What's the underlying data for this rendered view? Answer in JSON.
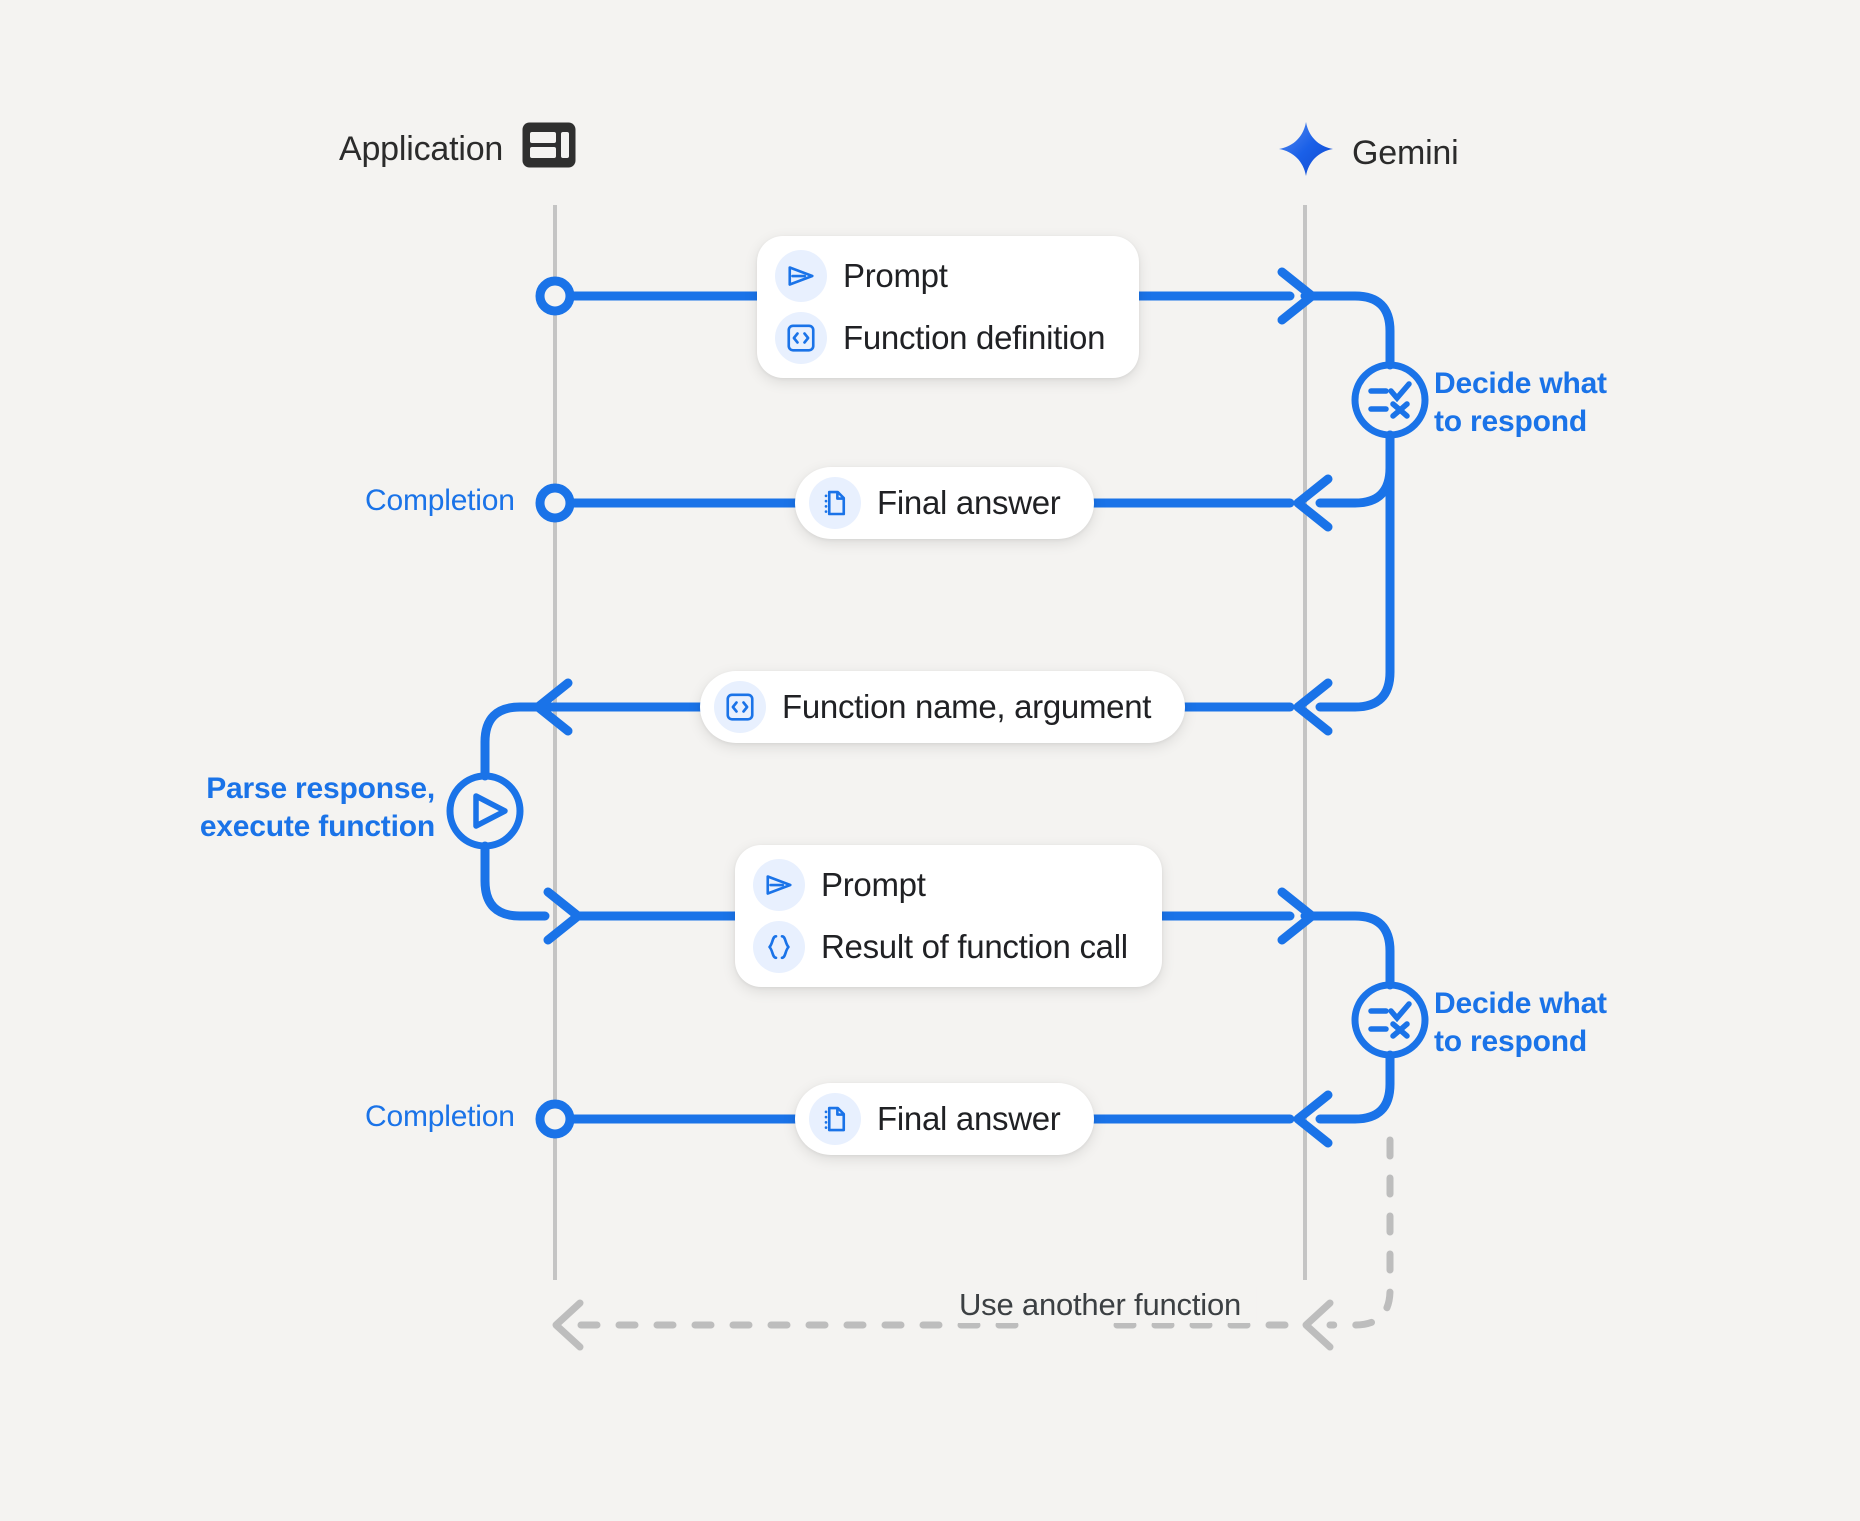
{
  "theme": {
    "background": "#f4f3f1",
    "accent_blue": "#1a73e8",
    "chip_bg": "#e8f0fe",
    "lifeline_gray": "#c4c4c4",
    "dark_text": "#202124",
    "dashed_gray": "#bdbdbd"
  },
  "lanes": {
    "left": {
      "label": "Application",
      "icon": "dashboard-layout-icon"
    },
    "right": {
      "label": "Gemini",
      "icon": "gemini-sparkle-icon"
    }
  },
  "messages": [
    {
      "id": "prompt-function-definition",
      "direction": "left-to-right",
      "items": [
        {
          "icon": "send-prompt-icon",
          "label": "Prompt"
        },
        {
          "icon": "code-brackets-icon",
          "label": "Function definition"
        }
      ]
    },
    {
      "id": "final-answer-1",
      "direction": "right-to-left",
      "items": [
        {
          "icon": "document-icon",
          "label": "Final answer"
        }
      ]
    },
    {
      "id": "function-name-argument",
      "direction": "right-to-left",
      "items": [
        {
          "icon": "code-brackets-icon",
          "label": "Function name,  argument"
        }
      ]
    },
    {
      "id": "prompt-result-of-function-call",
      "direction": "left-to-right",
      "items": [
        {
          "icon": "send-prompt-icon",
          "label": "Prompt"
        },
        {
          "icon": "curly-braces-icon",
          "label": "Result of function call"
        }
      ]
    },
    {
      "id": "final-answer-2",
      "direction": "right-to-left",
      "items": [
        {
          "icon": "document-icon",
          "label": "Final answer"
        }
      ]
    }
  ],
  "annotations": {
    "decide_1": "Decide what\nto respond",
    "decide_2": "Decide what\nto respond",
    "parse_execute": "Parse response,\nexecute function",
    "completion_1": "Completion",
    "completion_2": "Completion",
    "loop_label": "Use another function"
  },
  "node_icons": {
    "decide": "decide-checklist-icon",
    "execute": "play-circle-icon",
    "origin": "origin-ring-icon"
  }
}
